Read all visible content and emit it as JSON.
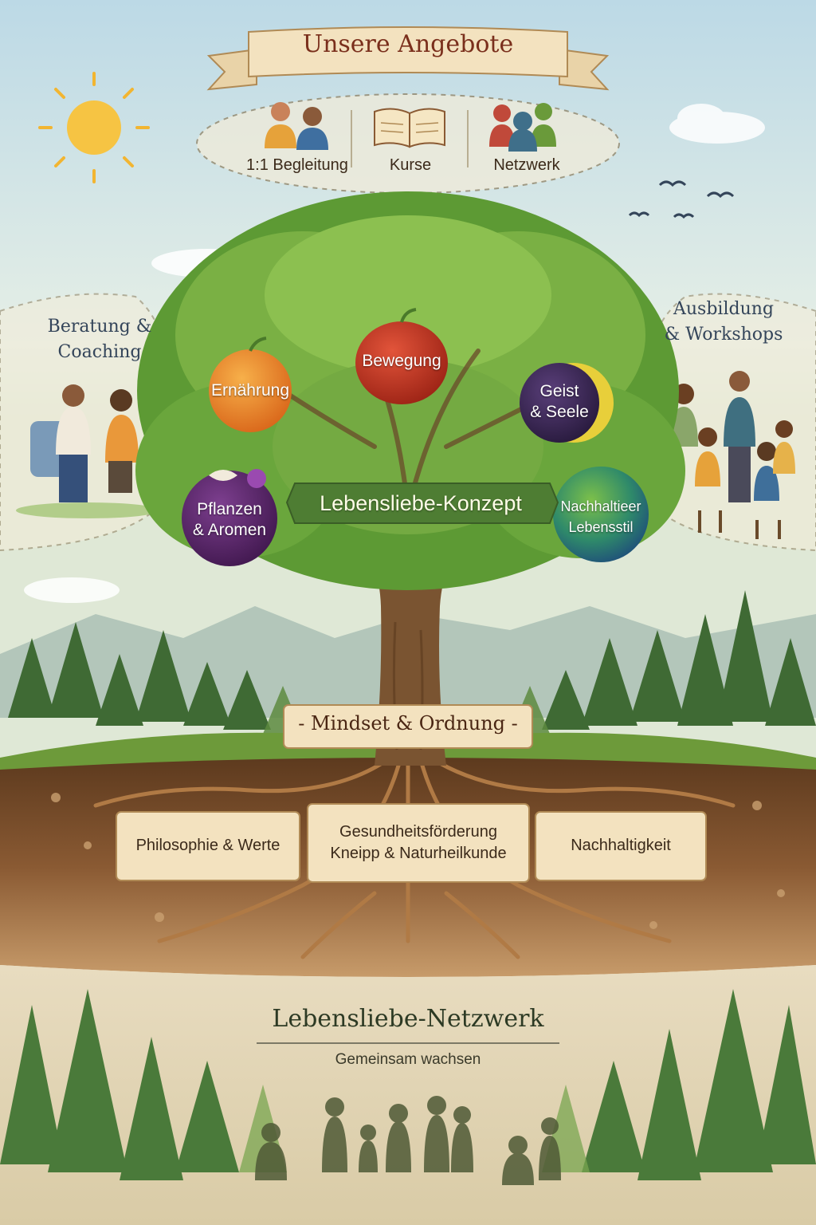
{
  "header": {
    "title": "Unsere Angebote"
  },
  "offers": [
    {
      "label": "1:1 Begleitung",
      "icon": "two-people-icon"
    },
    {
      "label": "Kurse",
      "icon": "open-book-icon"
    },
    {
      "label": "Netzwerk",
      "icon": "group-icon"
    }
  ],
  "sides": {
    "left": {
      "line1": "Beratung &",
      "line2": "Coaching"
    },
    "right": {
      "line1": "Ausbildung",
      "line2": "& Workshops"
    }
  },
  "tree": {
    "banner": "Lebensliebe-Konzept",
    "fruits": {
      "ernaehrung": "Ernährung",
      "bewegung": "Bewegung",
      "geist_line1": "Geist",
      "geist_line2": "& Seele",
      "pflanzen_line1": "Pflanzen",
      "pflanzen_line2": "& Aromen",
      "nachhaltig_line1": "Nachhaltieer",
      "nachhaltig_line2": "Lebensstil"
    },
    "trunk_plaque": "- Mindset & Ordnung -"
  },
  "roots": {
    "left": "Philosophie & Werte",
    "center_line1": "Gesundheitsförderung",
    "center_line2": "Kneipp & Naturheilkunde",
    "right": "Nachhaltigkeit"
  },
  "network": {
    "title": "Lebensliebe-Netzwerk",
    "subtitle": "Gemeinsam wachsen"
  },
  "colors": {
    "sky": "#cfe3ec",
    "foliage": "#6fa63a",
    "trunk": "#7a5431",
    "soil": "#8a5a33",
    "parchment": "#f3e2bf",
    "banner": "#4e7d33",
    "ernaehrung": "#e8831f",
    "bewegung": "#c0301f",
    "geist": "#3b2a55",
    "pflanzen": "#5a2a6e",
    "nachhaltig": "#2f7d6b"
  }
}
